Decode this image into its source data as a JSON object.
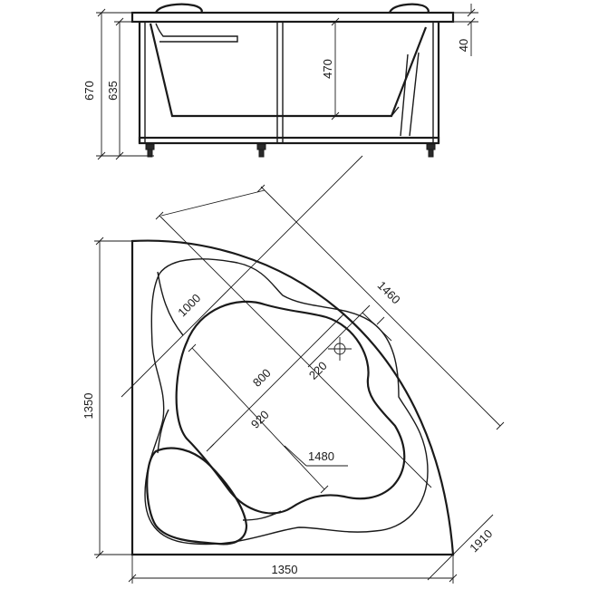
{
  "side_view": {
    "dimensions": {
      "height_total": "670",
      "height_rim": "635",
      "depth_inner": "470",
      "rim_thickness": "40"
    }
  },
  "top_view": {
    "dimensions": {
      "diagonal_outer": "1460",
      "bowl_length": "1000",
      "bowl_width": "800",
      "drain_offset": "220",
      "bowl_diagonal": "920",
      "diagonal_inner": "1480",
      "side_left": "1350",
      "side_bottom": "1350",
      "diagonal_total": "1910"
    }
  }
}
